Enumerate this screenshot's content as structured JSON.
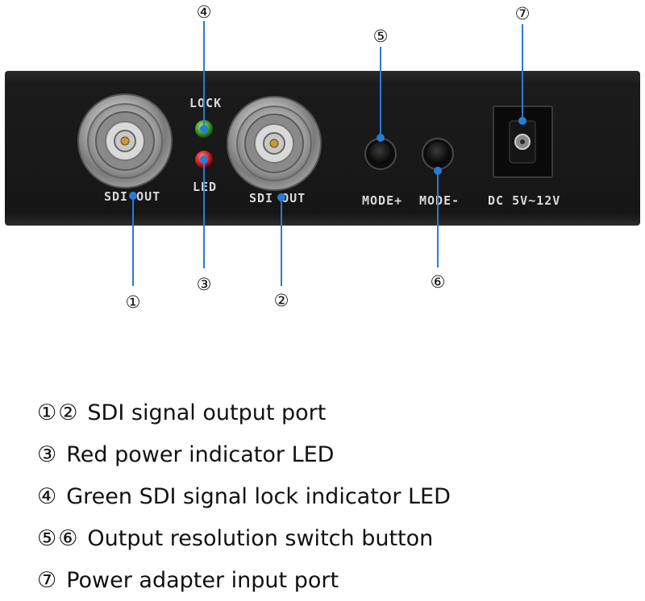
{
  "panel_labels": {
    "lock": "LOCK",
    "led": "LED",
    "sdi_out_1": "SDI OUT",
    "sdi_out_2": "SDI OUT",
    "mode_plus": "MODE+",
    "mode_minus": "MODE-",
    "dc_input": "DC 5V~12V"
  },
  "callouts": {
    "c1": "①",
    "c2": "②",
    "c3": "③",
    "c4": "④",
    "c5": "⑤",
    "c6": "⑥",
    "c7": "⑦"
  },
  "legend": [
    {
      "num": "①②",
      "text": "SDI signal output port"
    },
    {
      "num": "③",
      "text": "Red power indicator LED"
    },
    {
      "num": "④",
      "text": "Green SDI signal lock indicator LED"
    },
    {
      "num": "⑤⑥",
      "text": "Output resolution switch button"
    },
    {
      "num": "⑦",
      "text": "Power adapter input port"
    }
  ],
  "colors": {
    "chassis": "#1a1a1a",
    "led_green": "#3f9a2a",
    "led_red": "#d01c1c",
    "callout_line": "#2a7bd4"
  }
}
